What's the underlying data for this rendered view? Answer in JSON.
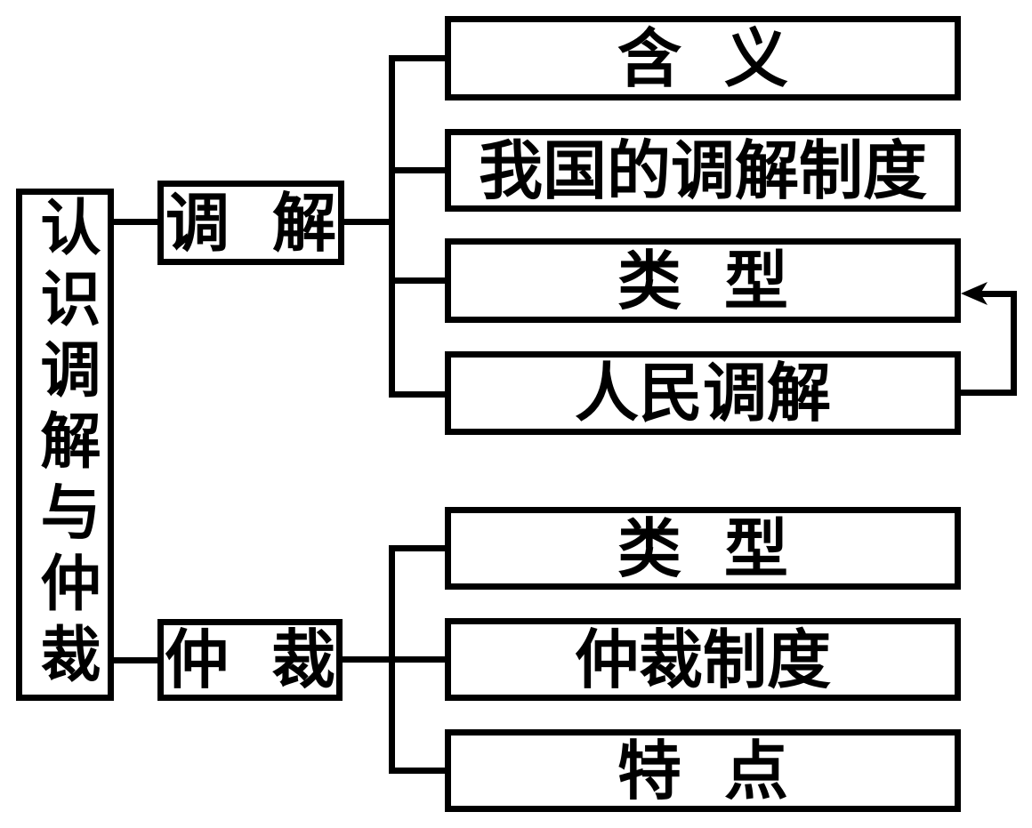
{
  "diagram": {
    "title_hint": "concept map of mediation and arbitration",
    "root": {
      "label": "认识调解与仲裁"
    },
    "branches": [
      {
        "label": "调 解",
        "children": [
          "含 义",
          "我国的调解制度",
          "类 型",
          "人民调解"
        ]
      },
      {
        "label": "仲 裁",
        "children": [
          "类 型",
          "仲裁制度",
          "特 点"
        ]
      }
    ],
    "arrow": {
      "from": "人民调解",
      "to": "类 型",
      "direction": "left"
    },
    "colors": {
      "line": "#000000",
      "background": "#ffffff",
      "text": "#000000"
    }
  }
}
